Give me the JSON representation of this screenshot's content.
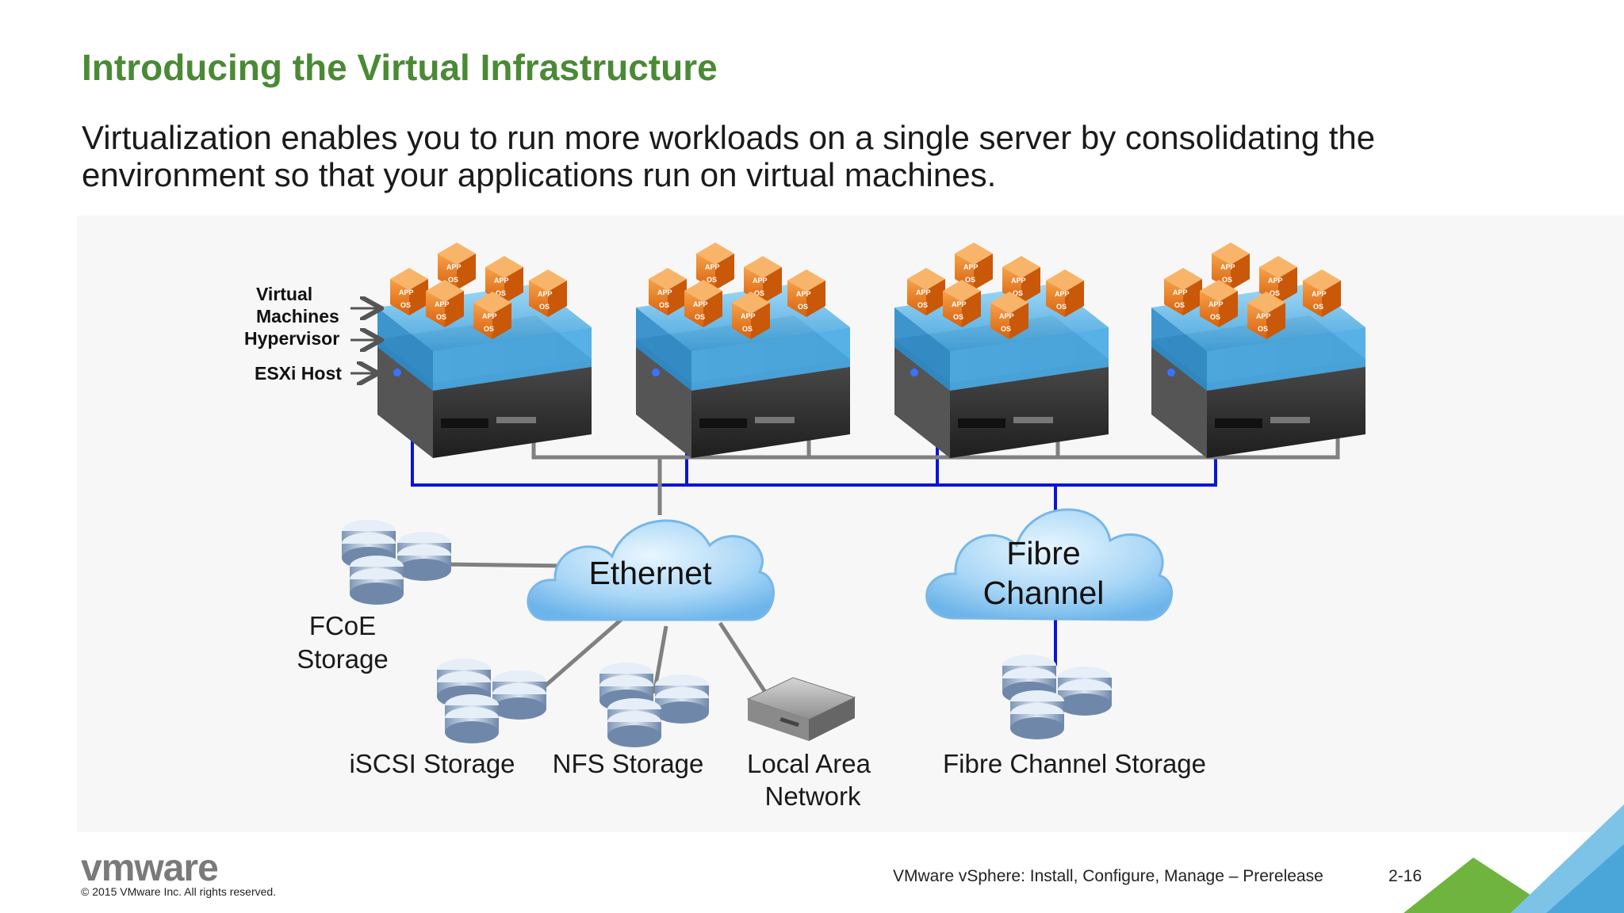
{
  "slide": {
    "title": "Introducing the Virtual Infrastructure",
    "body": "Virtualization enables you to run more workloads on a single server by consolidating the environment so that your applications run on virtual machines."
  },
  "diagram": {
    "callouts": {
      "virtual_machines_line1": "Virtual",
      "virtual_machines_line2": "Machines",
      "hypervisor": "Hypervisor",
      "esxi_host": "ESXi Host"
    },
    "vm_labels": {
      "app": "APP",
      "os": "OS"
    },
    "ethernet_cloud": "Ethernet",
    "fibre_cloud_line1": "Fibre",
    "fibre_cloud_line2": "Channel",
    "fcoe_line1": "FCoE",
    "fcoe_line2": "Storage",
    "iscsi": "iSCSI Storage",
    "nfs": "NFS Storage",
    "lan_line1": "Local Area",
    "lan_line2": "Network",
    "fibre_storage": "Fibre Channel Storage",
    "colors": {
      "fibre_link": "#0a14d8",
      "ethernet_link": "#808080",
      "hypervisor": "#4fb3e8",
      "vm_orange": "#e8771c",
      "cloud": "#8cc8f2"
    }
  },
  "footer": {
    "brand": "vmware",
    "copyright": "© 2015 VMware Inc. All rights reserved.",
    "course": "VMware vSphere: Install, Configure, Manage – Prerelease",
    "page": "2-16"
  }
}
